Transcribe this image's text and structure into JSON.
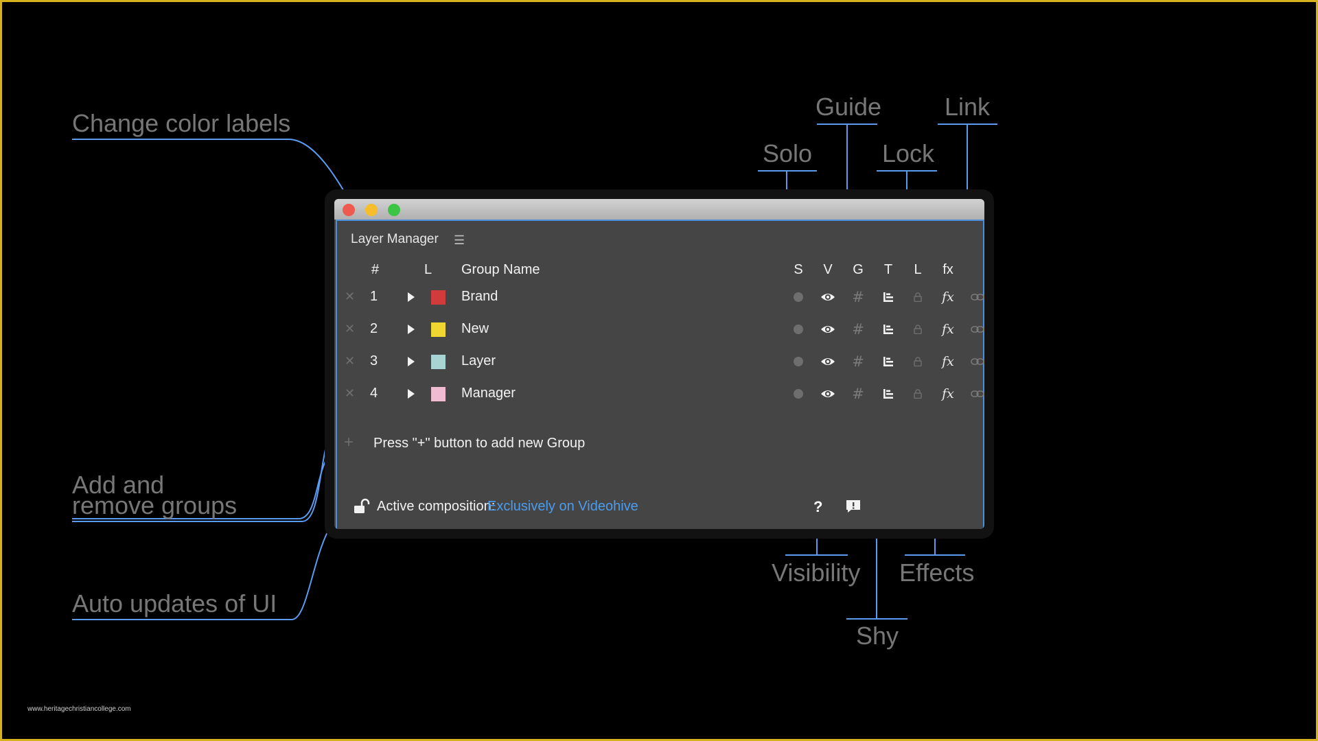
{
  "window": {
    "panel_title": "Layer Manager",
    "menu_icon": "hamburger-icon"
  },
  "header": {
    "num": "#",
    "label": "L",
    "group_name": "Group Name",
    "solo": "S",
    "visibility": "V",
    "guide": "G",
    "shy": "T",
    "lock": "L",
    "effects": "fx"
  },
  "rows": [
    {
      "num": "1",
      "name": "Brand",
      "color": "#d23b3b"
    },
    {
      "num": "2",
      "name": "New",
      "color": "#f0d630"
    },
    {
      "num": "3",
      "name": "Layer",
      "color": "#a8d4d4"
    },
    {
      "num": "4",
      "name": "Manager",
      "color": "#efbcd2"
    }
  ],
  "row_glyphs": {
    "remove": "✕",
    "fx": "fx",
    "grid": "#"
  },
  "add_row": {
    "plus": "+",
    "message": "Press \"+\" button to add new Group"
  },
  "footer": {
    "label": "Active composition:",
    "composition": "Exclusively on Videohive",
    "help": "?"
  },
  "callouts": {
    "color_labels": "Change color labels",
    "add_remove_1": "Add and",
    "add_remove_2": "remove groups",
    "auto_updates": "Auto updates of UI",
    "solo": "Solo",
    "guide": "Guide",
    "lock": "Lock",
    "link": "Link",
    "visibility": "Visibility",
    "effects": "Effects",
    "shy": "Shy"
  },
  "watermark": "www.heritagechristiancollege.com",
  "colors": {
    "border": "#d6b21e",
    "accent": "#4a9cf0",
    "callout_line": "#5b9bf0",
    "panel_bg": "#454545"
  }
}
